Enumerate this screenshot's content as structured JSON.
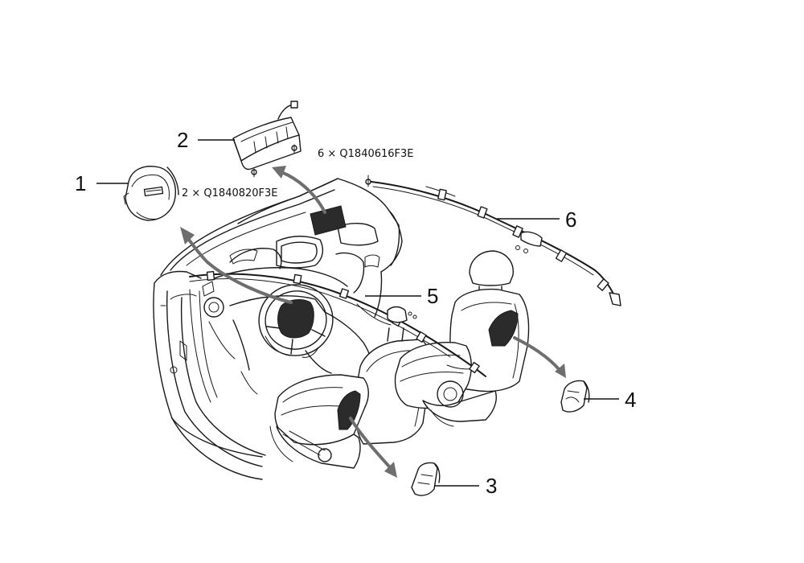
{
  "diagram": {
    "callouts": [
      {
        "id": "1",
        "label": "1"
      },
      {
        "id": "2",
        "label": "2"
      },
      {
        "id": "3",
        "label": "3"
      },
      {
        "id": "4",
        "label": "4"
      },
      {
        "id": "5",
        "label": "5"
      },
      {
        "id": "6",
        "label": "6"
      }
    ],
    "fastener_codes": {
      "passenger_bolts": "2 × Q1840820F3E",
      "curtain_bolts": "6 × Q1840616F3E"
    }
  }
}
